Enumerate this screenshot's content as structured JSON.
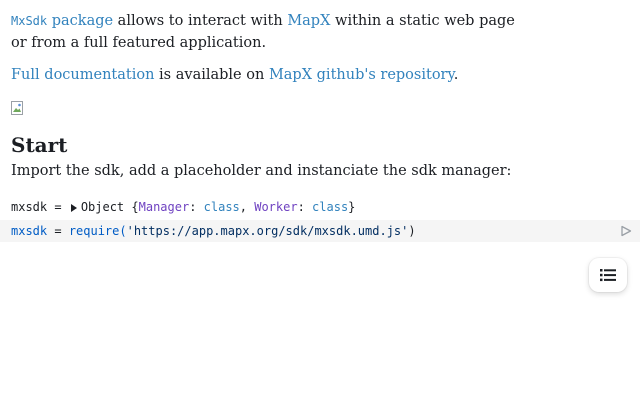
{
  "intro": {
    "package_code": "MxSdk",
    "package_link": "package",
    "text_1": " allows to interact with ",
    "mapx_link": "MapX",
    "text_2": " within a static web page or from a full featured application."
  },
  "docs": {
    "full_doc_link": "Full documentation",
    "text_1": " is available on ",
    "repo_link": "MapX github's repository",
    "text_2": "."
  },
  "start": {
    "heading": "Start",
    "description": "Import the sdk, add a placeholder and instanciate the sdk manager:"
  },
  "output_cell": {
    "var": "mxsdk",
    "eq": " = ",
    "object": "Object ",
    "brace_open": "{",
    "key_1": "Manager",
    "colon_1": ": ",
    "val_1": "class",
    "sep": ", ",
    "key_2": "Worker",
    "colon_2": ": ",
    "val_2": "class",
    "brace_close": "}"
  },
  "source_cell": {
    "var": "mxsdk",
    "eq": " = ",
    "fn": "require(",
    "url": "'https://app.mapx.org/sdk/mxsdk.umd.js'",
    "close": ")"
  },
  "icons": {
    "run": "play-icon",
    "toc": "table-of-contents-icon",
    "image": "broken-image-icon"
  },
  "colors": {
    "link": "#3182bd",
    "cell_background": "#f5f5f5",
    "purple": "#6f42c1"
  }
}
